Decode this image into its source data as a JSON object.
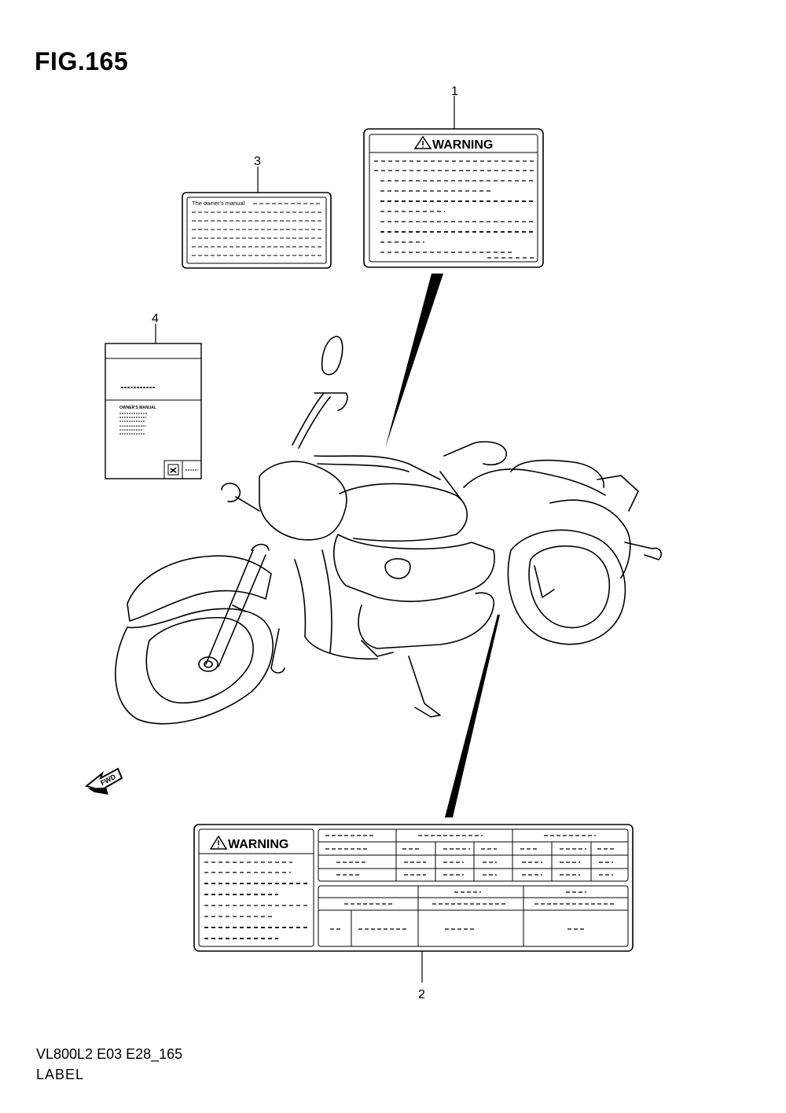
{
  "figure": {
    "title": "FIG.165"
  },
  "callouts": {
    "c1": "1",
    "c2": "2",
    "c3": "3",
    "c4": "4"
  },
  "label1": {
    "heading": "WARNING"
  },
  "label2": {
    "heading": "WARNING"
  },
  "label3": {
    "intro": "The owner's manual"
  },
  "label4": {
    "heading": "OWNER'S MANUAL"
  },
  "direction": {
    "text": "FWD"
  },
  "footer": {
    "code": "VL800L2 E03 E28_165",
    "name": "LABEL"
  }
}
